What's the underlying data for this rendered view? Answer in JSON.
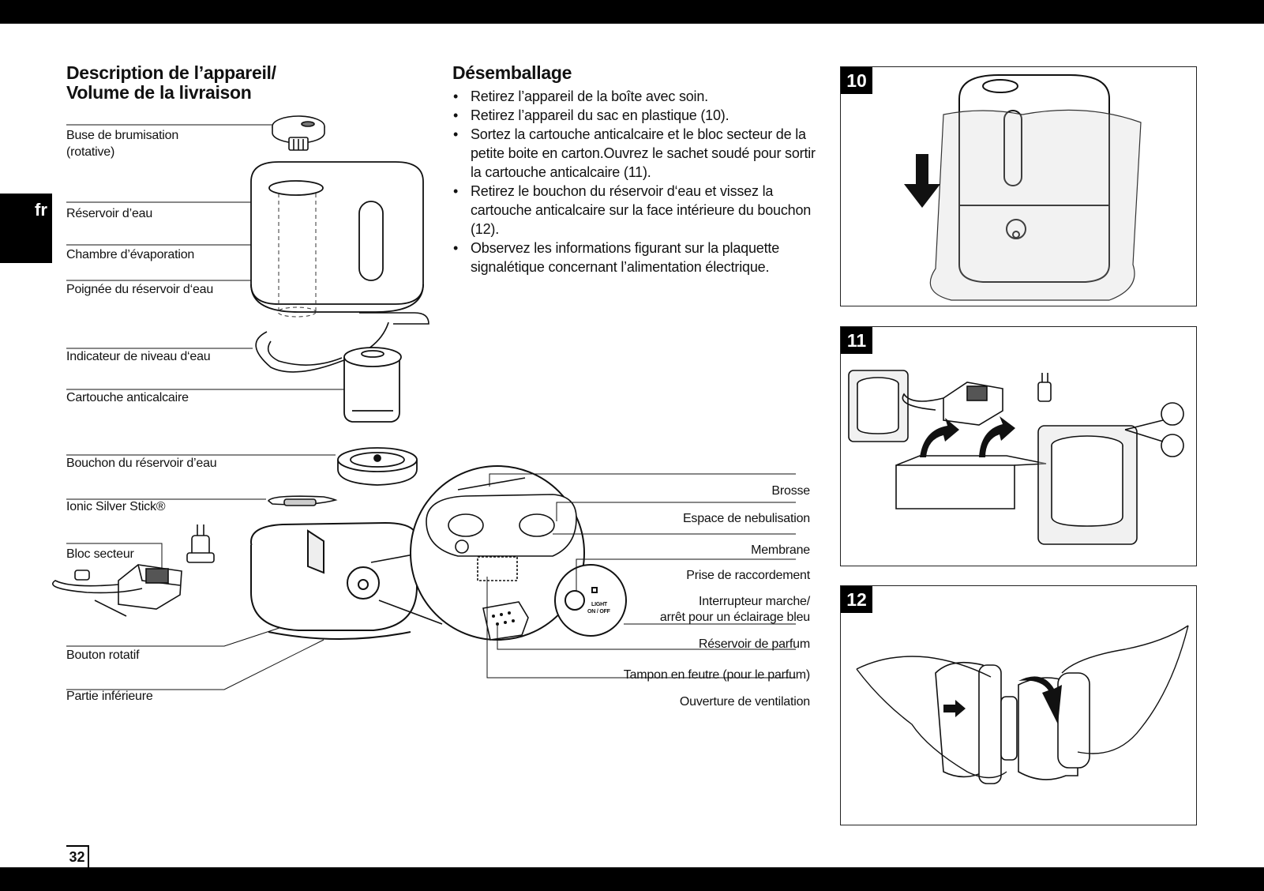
{
  "side_tab": "fr",
  "page_number": "32",
  "left": {
    "heading_line1": "Description de l’appareil/",
    "heading_line2": "Volume de la livraison",
    "labels": [
      "Buse de brumisation",
      "(rotative)",
      "Réservoir d’eau",
      "Chambre d’évaporation",
      "Poignée du réservoir d‘eau",
      "Indicateur de niveau d‘eau",
      "Cartouche anticalcaire",
      "Bouchon du réservoir d’eau",
      "Ionic Silver Stick®",
      "Bloc secteur",
      "Bouton rotatif",
      "Partie inférieure"
    ]
  },
  "middle": {
    "heading": "Désemballage",
    "bullets": [
      "Retirez l’appareil de la boîte avec soin.",
      "Retirez l’appareil du sac en plastique (10).",
      "Sortez la cartouche anticalcaire et le bloc secteur de la petite boite en carton.Ouvrez le sachet soudé pour sortir la cartouche anticalcaire (11).",
      "Retirez le bouchon du réservoir d‘eau et vissez la cartouche anticalcaire sur la face intérieure du bouchon (12).",
      "Observez les informations figurant sur la plaquette signalétique concernant l’alimentation électrique."
    ],
    "right_labels": [
      "Brosse",
      "Espace de nebulisation",
      "Membrane",
      "Prise de raccordement",
      "Interrupteur marche/",
      "arrêt pour un éclairage bleu",
      "Réservoir de parfum",
      "Tampon en feutre (pour le parfum)",
      "Ouverture de ventilation"
    ],
    "switch_text_top": "LIGHT",
    "switch_text_bottom": "ON / OFF"
  },
  "figures": [
    "10",
    "11",
    "12"
  ]
}
